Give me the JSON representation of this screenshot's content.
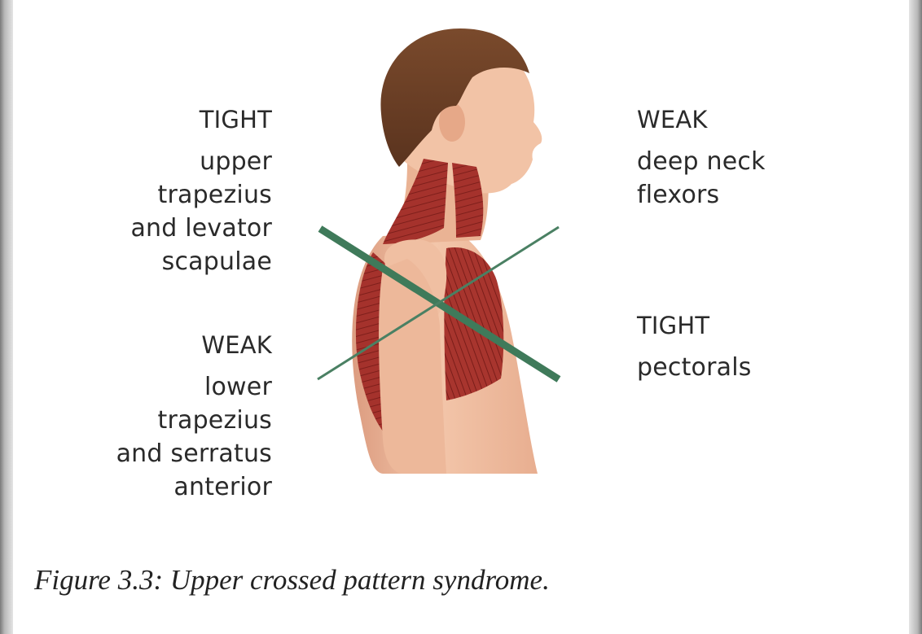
{
  "labels": {
    "tight_upper": {
      "heading": "TIGHT",
      "lines": [
        "upper",
        "trapezius",
        "and levator",
        "scapulae"
      ]
    },
    "weak_lower": {
      "heading": "WEAK",
      "lines": [
        "lower",
        "trapezius",
        "and serratus",
        "anterior"
      ]
    },
    "weak_neck": {
      "heading": "WEAK",
      "lines": [
        "deep neck",
        "flexors"
      ]
    },
    "tight_pec": {
      "heading": "TIGHT",
      "lines": [
        "pectorals"
      ]
    }
  },
  "caption": "Figure 3.3: Upper crossed pattern syndrome.",
  "colors": {
    "skin": "#f0bfa2",
    "skin_shadow": "#d9977a",
    "hair": "#6b3f26",
    "muscle": "#a5322c",
    "muscle_dark": "#7e1f1b",
    "cross_line": "#3f7a5a",
    "text": "#2a2a2a",
    "frame": "#9a9a9a"
  }
}
